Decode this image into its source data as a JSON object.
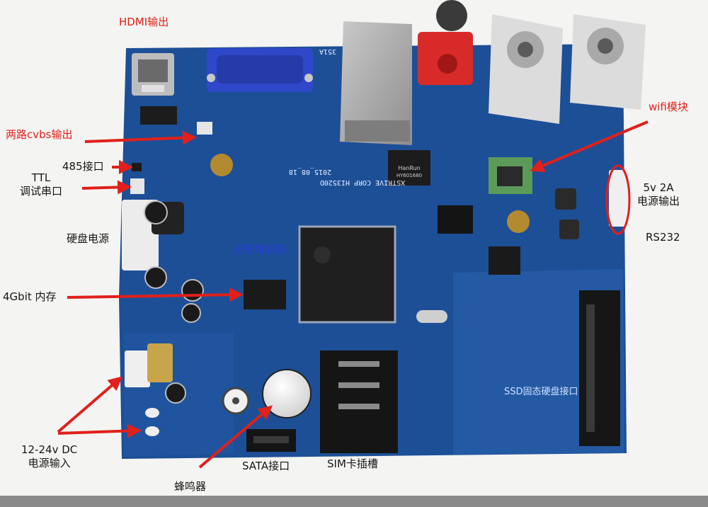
{
  "labels": {
    "hdmi": "HDMI输出",
    "cvbs": "两路cvbs输出",
    "rs485": "485接口",
    "ttl_line1": "TTL",
    "ttl_line2": "调试串口",
    "hdd_power": "硬盘电源",
    "watermark": "迅思维科技",
    "memory": "4Gbit 内存",
    "dc_line1": "12-24v DC",
    "dc_line2": "电源输入",
    "buzzer": "蜂鸣器",
    "sata": "SATA接口",
    "sim": "SIM卡插槽",
    "ssd": "SSD固态硬盘接口",
    "wifi": "wifi模块",
    "power_out_line1": "5v 2A",
    "power_out_line2": "电源输出",
    "rs232": "RS232"
  },
  "silkscreen": {
    "corp": "XSTRIVE CORP HI3520D",
    "date": "2015_08_18",
    "model": "351A",
    "hanrun": "HanRun",
    "hanrun_part": "HY601680"
  },
  "colors": {
    "pcb": "#1d4f96",
    "pcb_light": "#2a63b0",
    "arrow": "#e0201b",
    "label_red": "#e0201b",
    "label_dark": "#161616",
    "vga_blue": "#2f48c9",
    "rca_red": "#d92a2a",
    "wifi_green": "#5c9a5a"
  }
}
